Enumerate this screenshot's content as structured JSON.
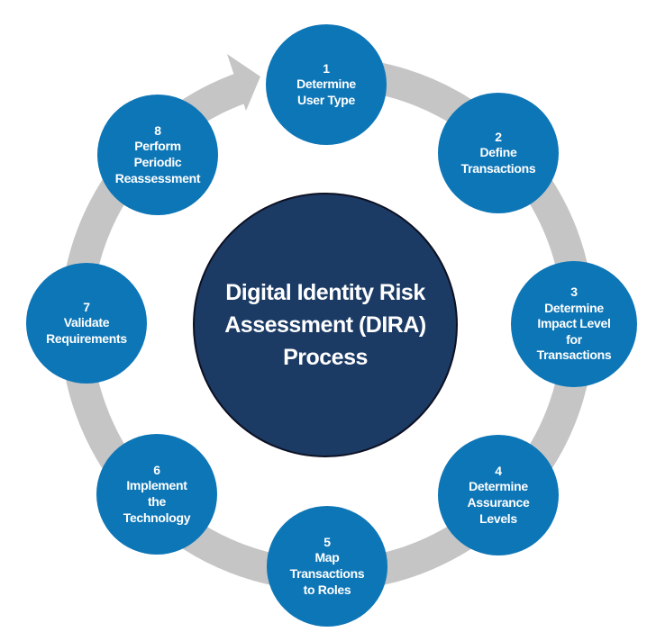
{
  "diagram": {
    "title": "Digital Identity Risk Assessment (DIRA) Process",
    "center_label": "Digital Identity Risk\nAssessment (DIRA)\nProcess",
    "steps": [
      {
        "number": "1",
        "label": "Determine\nUser Type"
      },
      {
        "number": "2",
        "label": "Define\nTransactions"
      },
      {
        "number": "3",
        "label": "Determine\nImpact Level\nfor\nTransactions"
      },
      {
        "number": "4",
        "label": "Determine\nAssurance\nLevels"
      },
      {
        "number": "5",
        "label": "Map\nTransactions\nto Roles"
      },
      {
        "number": "6",
        "label": "Implement\nthe\nTechnology"
      },
      {
        "number": "7",
        "label": "Validate\nRequirements"
      },
      {
        "number": "8",
        "label": "Perform\nPeriodic\nReassessment"
      }
    ],
    "arrow_direction": "clockwise",
    "colors": {
      "step_circle": "#0d76b7",
      "center_circle": "#1b3a64",
      "center_border": "#0c1022",
      "arrow_ring": "#c5c5c5",
      "text": "#ffffff",
      "background": "#ffffff"
    }
  }
}
